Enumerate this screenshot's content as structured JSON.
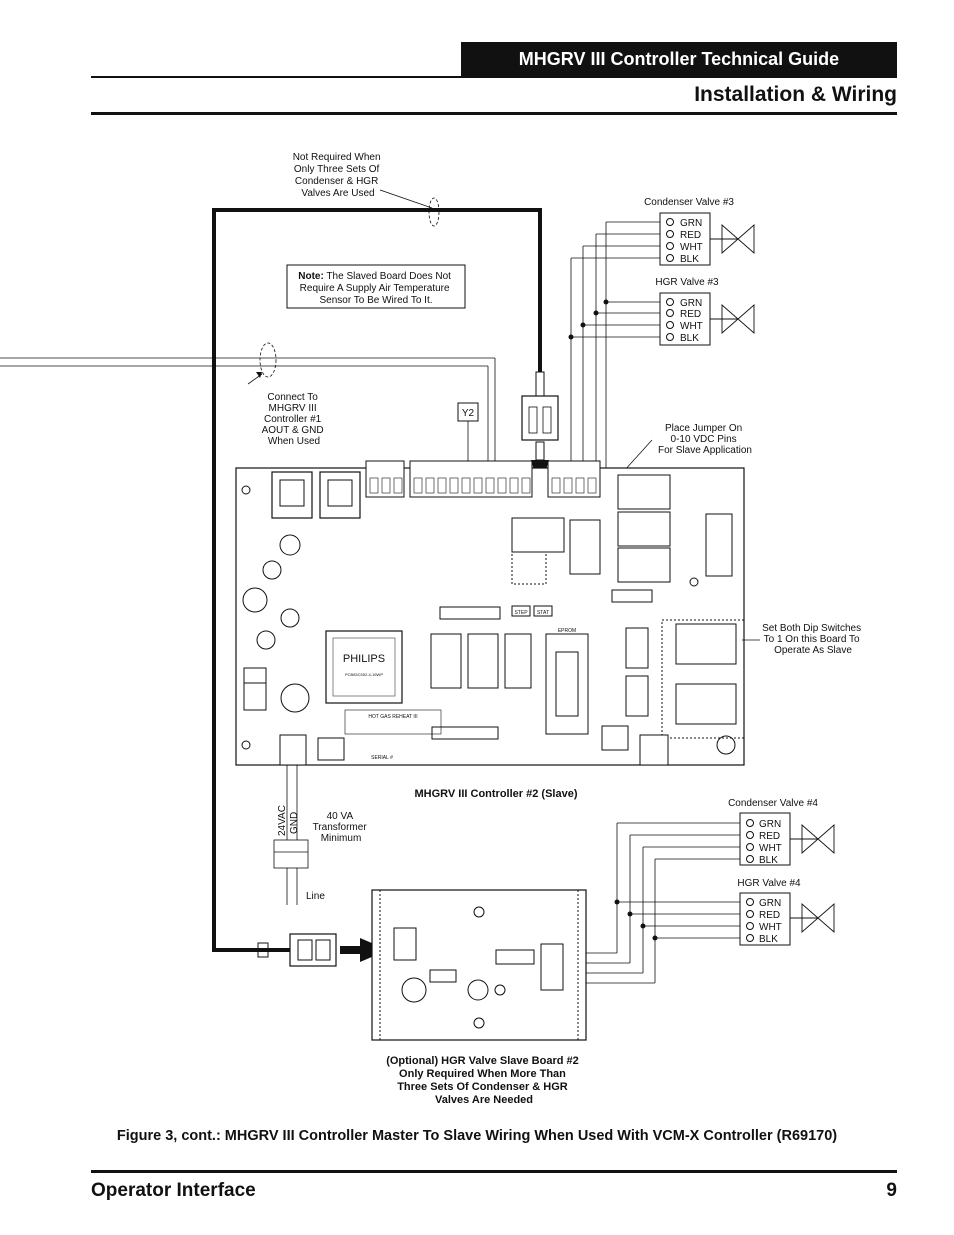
{
  "header": {
    "guide_title": "MHGRV III Controller Technical Guide",
    "section_title": "Installation & Wiring"
  },
  "diagram": {
    "not_required_note": [
      "Not Required When",
      "Only Three Sets Of",
      "Condenser & HGR",
      "Valves Are Used"
    ],
    "slaved_note_bold": "Note:",
    "slaved_note_lines": [
      "The Slaved Board Does Not",
      "Require A Supply Air Temperature",
      "Sensor To Be Wired To It."
    ],
    "connect_note": [
      "Connect To",
      "MHGRV III",
      "Controller #1",
      "AOUT & GND",
      "When Used"
    ],
    "y2_label": "Y2",
    "jumper_note": [
      "Place Jumper On",
      "0-10 VDC Pins",
      "For Slave Application"
    ],
    "dip_note": [
      "Set Both Dip Switches",
      "To 1 On this Board To",
      "Operate As Slave"
    ],
    "controller_label": "MHGRV III Controller #2 (Slave)",
    "transformer_note": [
      "40 VA",
      "Transformer",
      "Minimum"
    ],
    "vac_label": "24VAC",
    "gnd_label": "GND",
    "line_label": "Line",
    "slave_board_label": [
      "(Optional) HGR Valve Slave Board #2",
      "Only Required When More Than",
      "Three Sets Of Condenser & HGR",
      "Valves Are Needed"
    ],
    "valves": [
      {
        "title": "Condenser Valve #3",
        "wires": [
          "GRN",
          "RED",
          "WHT",
          "BLK"
        ]
      },
      {
        "title": "HGR Valve #3",
        "wires": [
          "GRN",
          "RED",
          "WHT",
          "BLK"
        ]
      },
      {
        "title": "Condenser Valve #4",
        "wires": [
          "GRN",
          "RED",
          "WHT",
          "BLK"
        ]
      },
      {
        "title": "HGR Valve #4",
        "wires": [
          "GRN",
          "RED",
          "WHT",
          "BLK"
        ]
      }
    ],
    "board_text": {
      "brand": "PHILIPS",
      "hot_gas": "HOT GAS REHEAT III",
      "serial": "SERIAL #",
      "step": "STEP",
      "stat": "STAT",
      "eprom": "EPROM"
    }
  },
  "caption": "Figure 3, cont.:  MHGRV III Controller Master To Slave Wiring When Used With VCM-X Controller (R69170)",
  "footer": {
    "section": "Operator Interface",
    "page": "9"
  }
}
